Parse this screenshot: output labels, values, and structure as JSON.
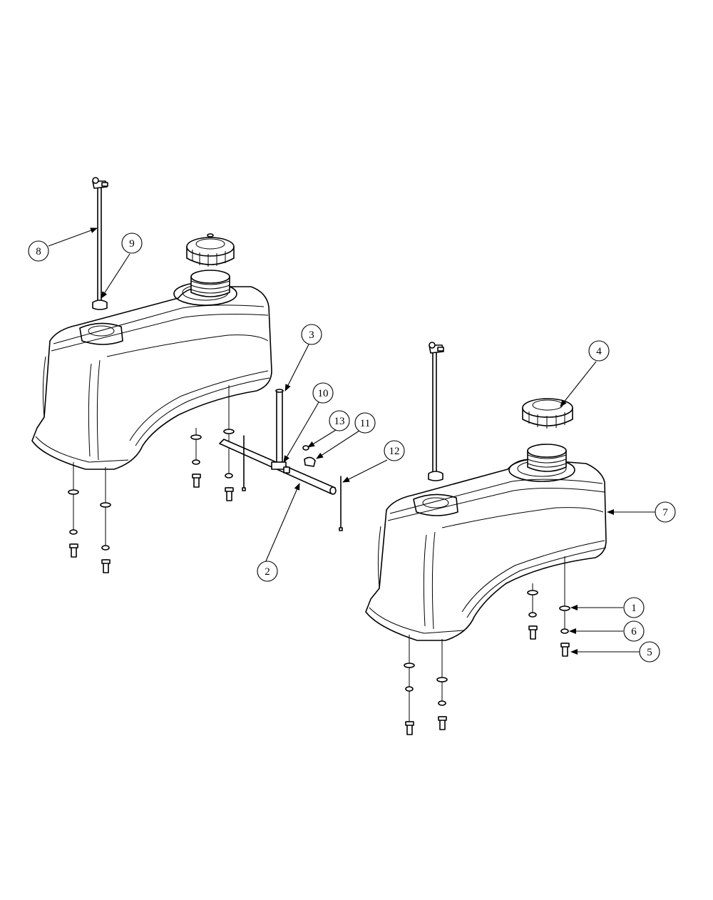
{
  "balloons": [
    {
      "id": "b1",
      "label": "1"
    },
    {
      "id": "b2",
      "label": "2"
    },
    {
      "id": "b3",
      "label": "3"
    },
    {
      "id": "b4",
      "label": "4"
    },
    {
      "id": "b5",
      "label": "5"
    },
    {
      "id": "b6",
      "label": "6"
    },
    {
      "id": "b7",
      "label": "7"
    },
    {
      "id": "b8",
      "label": "8"
    },
    {
      "id": "b9",
      "label": "9"
    },
    {
      "id": "b10",
      "label": "10"
    },
    {
      "id": "b11",
      "label": "11"
    },
    {
      "id": "b12",
      "label": "12"
    },
    {
      "id": "b13",
      "label": "13"
    }
  ],
  "colors": {
    "line": "#000000",
    "background": "#ffffff"
  }
}
